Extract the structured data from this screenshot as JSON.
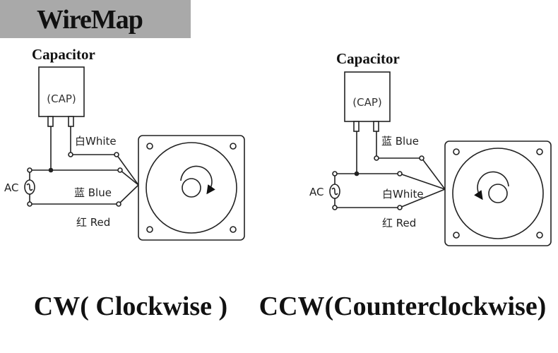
{
  "header": {
    "title": "WireMap"
  },
  "cw": {
    "capacitor_title": "Capacitor",
    "cap_label": "(CAP)",
    "ac_label": "AC",
    "wire_top": "白White",
    "wire_mid": "蓝 Blue",
    "wire_bottom": "红 Red",
    "caption": "CW( Clockwise )"
  },
  "ccw": {
    "capacitor_title": "Capacitor",
    "cap_label": "(CAP)",
    "ac_label": "AC",
    "wire_top": "蓝 Blue",
    "wire_mid": "白White",
    "wire_bottom": "红 Red",
    "caption": "CCW(Counterclockwise)"
  }
}
